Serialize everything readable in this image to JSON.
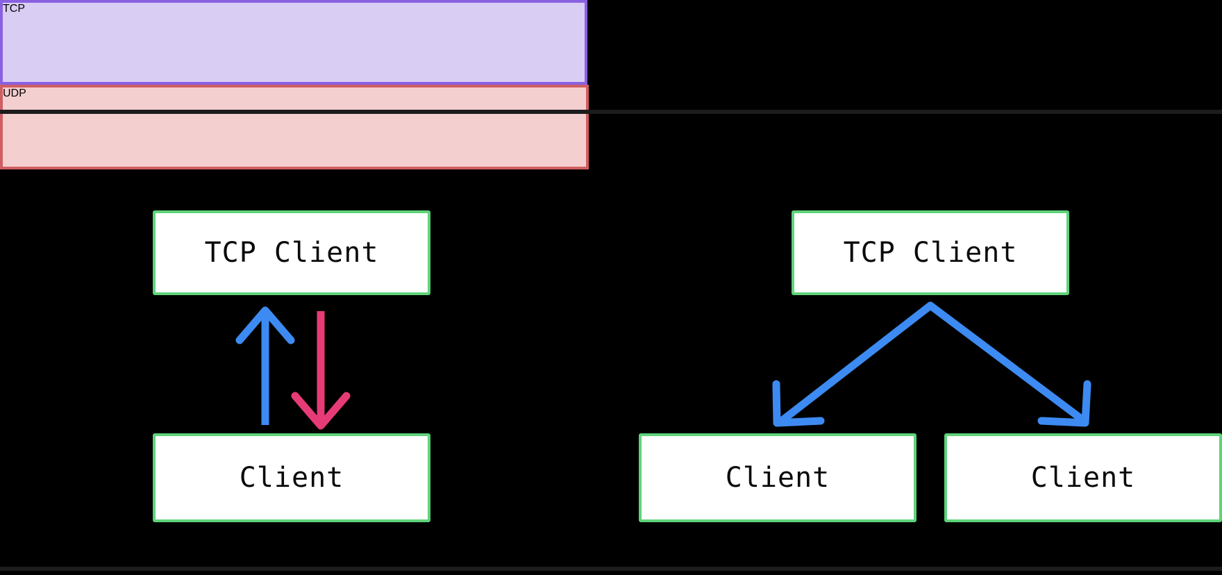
{
  "diagram": {
    "title_left": "TCP",
    "title_right": "UDP",
    "panels": [
      {
        "id": "tcp",
        "header_label": "TCP",
        "header_fill": "#d9cdf4",
        "header_border": "#8861e0",
        "nodes": [
          {
            "id": "tcp-top",
            "label": "TCP Client"
          },
          {
            "id": "tcp-bottom",
            "label": "Client"
          }
        ],
        "connections": [
          {
            "id": "tcp-upstream",
            "color": "#3d8bf2",
            "direction": "up",
            "from": "tcp-bottom",
            "to": "tcp-top"
          },
          {
            "id": "tcp-downstream",
            "color": "#e63b76",
            "direction": "down",
            "from": "tcp-top",
            "to": "tcp-bottom"
          }
        ]
      },
      {
        "id": "udp",
        "header_label": "UDP",
        "header_fill": "#f4cfcf",
        "header_border": "#cf5e62",
        "nodes": [
          {
            "id": "udp-top",
            "label": "TCP Client"
          },
          {
            "id": "udp-left",
            "label": "Client"
          },
          {
            "id": "udp-right",
            "label": "Client"
          }
        ],
        "connections": [
          {
            "id": "udp-branch-left",
            "color": "#3d8bf2",
            "direction": "down-left",
            "from": "udp-top",
            "to": "udp-left"
          },
          {
            "id": "udp-branch-right",
            "color": "#3d8bf2",
            "direction": "down-right",
            "from": "udp-top",
            "to": "udp-right"
          }
        ]
      }
    ],
    "colors": {
      "background": "#000000",
      "node_fill": "#ffffff",
      "node_border": "#5ed37a",
      "arrow_blue": "#3d8bf2",
      "arrow_pink": "#e63b76",
      "divider": "#1c1c1c"
    }
  }
}
